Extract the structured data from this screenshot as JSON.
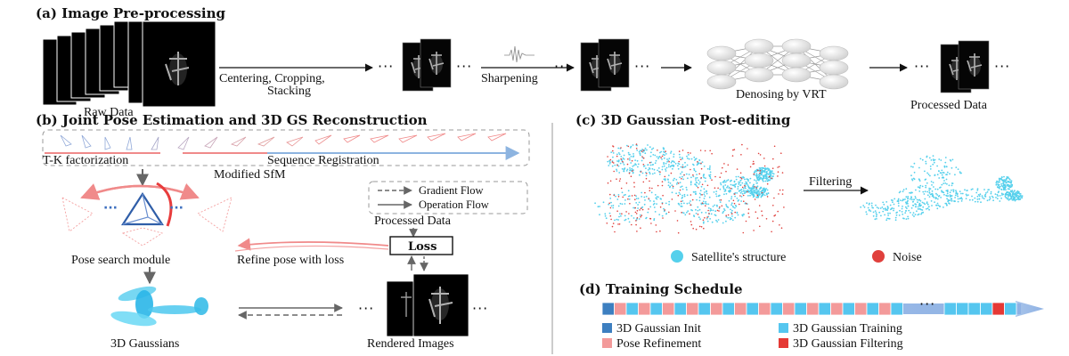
{
  "panel_a": {
    "title": "(a) Image Pre-processing",
    "raw_data_label": "Raw Data",
    "step1_line1": "Centering, Cropping,",
    "step1_line2": "Stacking",
    "step2_label": "Sharpening",
    "step3_label": "Denosing by VRT",
    "processed_label": "Processed Data",
    "ellipsis": "···"
  },
  "panel_b": {
    "title": "(b) Joint Pose Estimation and 3D GS Reconstruction",
    "tk_label": "T-K factorization",
    "seq_reg_label": "Sequence Registration",
    "modified_sfm_label": "Modified SfM",
    "gradient_flow_label": "Gradient Flow",
    "operation_flow_label": "Operation Flow",
    "processed_data_label": "Processed Data",
    "loss_label": "Loss",
    "pose_search_label": "Pose search module",
    "refine_pose_label": "Refine pose with loss",
    "gaussians_label": "3D Gaussians",
    "rendered_label": "Rendered Images",
    "ellipsis": "···"
  },
  "panel_c": {
    "title": "(c) 3D Gaussian Post-editing",
    "filtering_label": "Filtering",
    "legend_structure": "Satellite's structure",
    "legend_noise": "Noise",
    "colors": {
      "structure": "#55d0ec",
      "noise": "#e0403c"
    }
  },
  "panel_d": {
    "title": "(d) Training Schedule",
    "ellipsis": "···",
    "legend": [
      {
        "label": "3D Gaussian Init",
        "color": "#3d7fc0"
      },
      {
        "label": "3D Gaussian Training",
        "color": "#55c6ef"
      },
      {
        "label": "Pose Refinement",
        "color": "#f39a9a"
      },
      {
        "label": "3D Gaussian Filtering",
        "color": "#e53935"
      }
    ]
  }
}
